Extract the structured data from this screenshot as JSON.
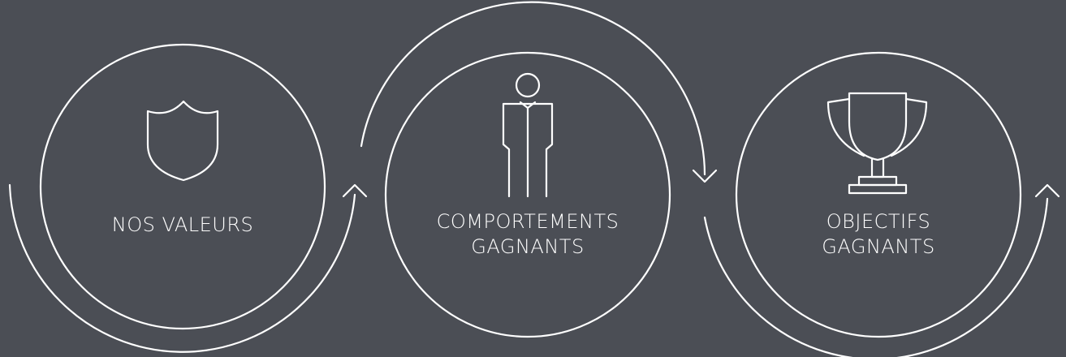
{
  "steps": [
    {
      "icon": "shield-icon",
      "lines": [
        "NOS VALEURS"
      ]
    },
    {
      "icon": "person-icon",
      "lines": [
        "COMPORTEMENTS",
        "GAGNANTS"
      ]
    },
    {
      "icon": "trophy-icon",
      "lines": [
        "OBJECTIFS",
        "GAGNANTS"
      ]
    }
  ],
  "colors": {
    "background": "#4b4e55",
    "stroke": "#ffffff",
    "text": "#ffffff"
  }
}
